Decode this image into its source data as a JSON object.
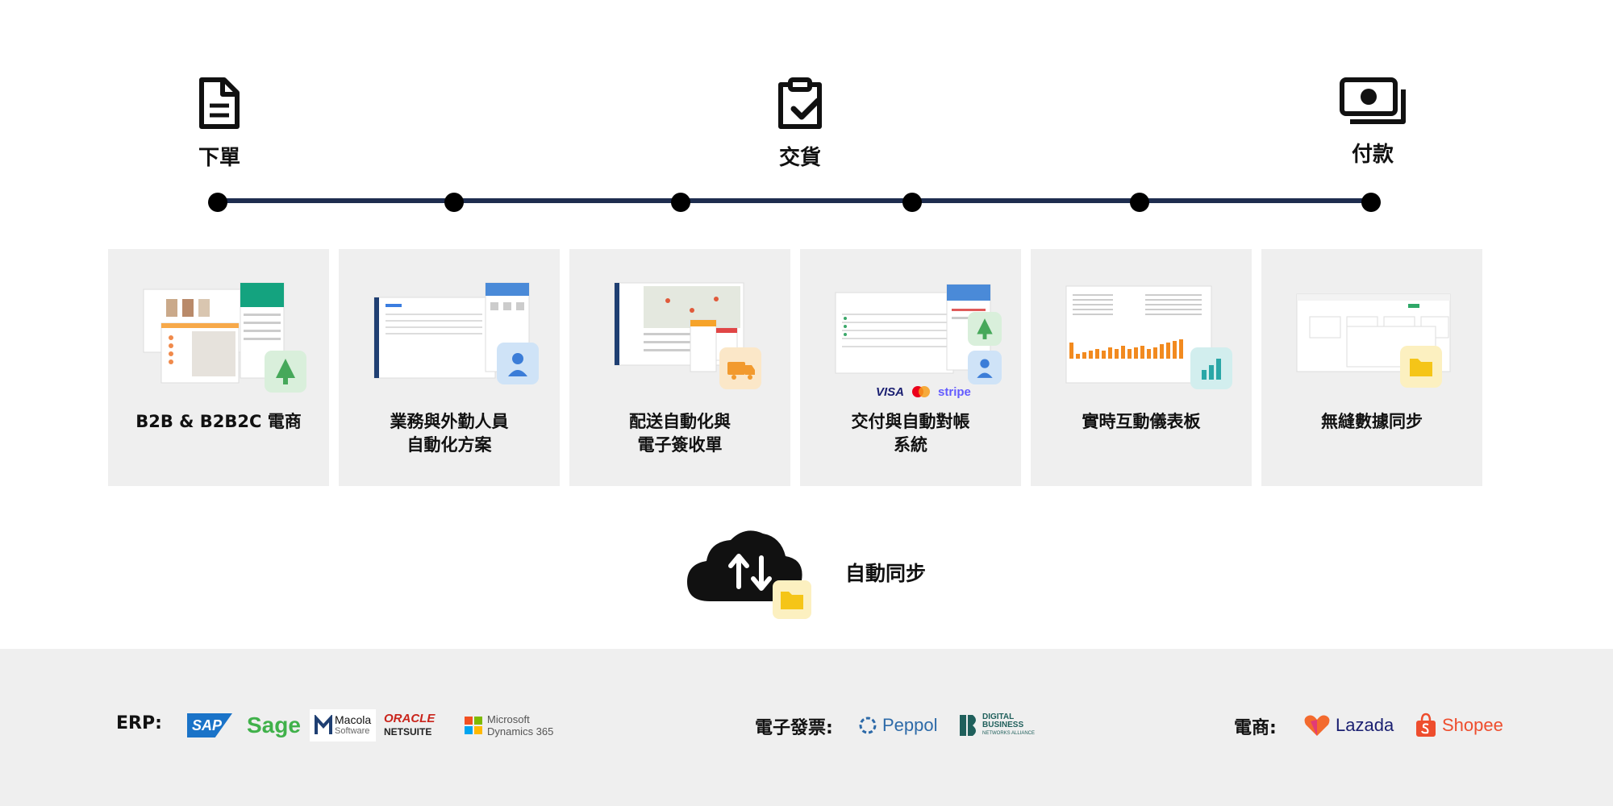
{
  "stages": [
    {
      "label": "下單",
      "icon": "document-icon"
    },
    {
      "label": "交貨",
      "icon": "clipboard-check-icon"
    },
    {
      "label": "付款",
      "icon": "cash-icon"
    }
  ],
  "cards": [
    {
      "title_line1": "B2B & B2B2C 電商",
      "title_line2": "",
      "badge_icon": "tree-icon",
      "badge_color": "#d9efdb"
    },
    {
      "title_line1": "業務與外勤人員",
      "title_line2": "自動化方案",
      "badge_icon": "person-icon",
      "badge_color": "#cfe3f7"
    },
    {
      "title_line1": "配送自動化與",
      "title_line2": "電子簽收單",
      "badge_icon": "truck-icon",
      "badge_color": "#fbe7c8"
    },
    {
      "title_line1": "交付與自動對帳",
      "title_line2": "系統",
      "badge_icon": "person-icon",
      "badge_color": "#cfe3f7"
    },
    {
      "title_line1": "實時互動儀表板",
      "title_line2": "",
      "badge_icon": "bar-chart-icon",
      "badge_color": "#d2eeee"
    },
    {
      "title_line1": "無縫數據同步",
      "title_line2": "",
      "badge_icon": "folder-icon",
      "badge_color": "#fcf0c0"
    }
  ],
  "payments": {
    "visa": "VISA",
    "stripe": "stripe"
  },
  "sync": {
    "label": "自動同步",
    "icon": "cloud-sync-icon"
  },
  "footer": {
    "erp_label": "ERP:",
    "erp_logos": {
      "sap": "SAP",
      "sage": "Sage",
      "macola_line1": "Macola",
      "macola_line2": "Software",
      "oracle_line1": "ORACLE",
      "oracle_line2": "NETSUITE",
      "ms_line1": "Microsoft",
      "ms_line2": "Dynamics 365"
    },
    "einvoice_label": "電子發票:",
    "einvoice_logos": {
      "peppol": "Peppol",
      "dbna_line1": "DIGITAL",
      "dbna_line2": "BUSINESS",
      "dbna_line3": "NETWORKS ALLIANCE"
    },
    "ecom_label": "電商:",
    "ecom_logos": {
      "lazada": "Lazada",
      "shopee": "Shopee"
    }
  },
  "colors": {
    "timeline": "#1e2d4f",
    "card_bg": "#efefef",
    "footer_bg": "#efefef",
    "sap_blue": "#1a73c8",
    "sage_green": "#40b14a",
    "oracle_red": "#c9241b",
    "peppol_blue": "#2d6aa8",
    "lazada_blue": "#1a1f71",
    "shopee_orange": "#ee4d2d"
  }
}
